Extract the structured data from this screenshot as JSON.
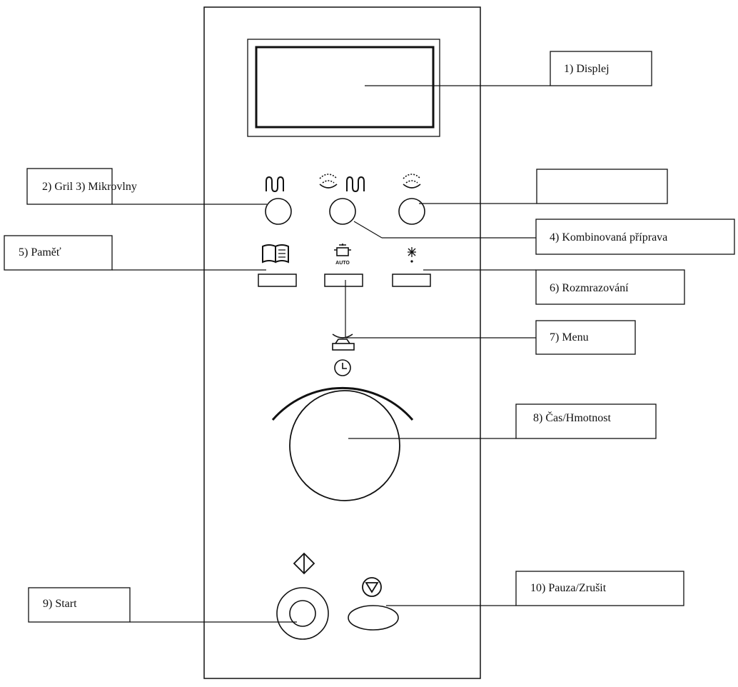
{
  "labels": {
    "display": "1) Displej",
    "grill_micro": "2) Gril  3) Mikrovlny",
    "combo": "4) Kombinovaná příprava",
    "memory": "5) Paměť",
    "defrost": "6) Rozmrazování",
    "menu": "7) Menu",
    "time_weight": "8) Čas/Hmotnost",
    "start": "9) Start",
    "pause_cancel": "10) Pauza/Zrušit"
  },
  "auto_badge": "AUTO",
  "icons": [
    "grill-icon",
    "combo-microwave-grill-icon",
    "microwave-icon",
    "memory-book-icon",
    "auto-pot-icon",
    "defrost-snowflake-icon",
    "weight-scale-icon",
    "clock-icon",
    "start-diamond-icon",
    "stop-triangle-icon"
  ]
}
